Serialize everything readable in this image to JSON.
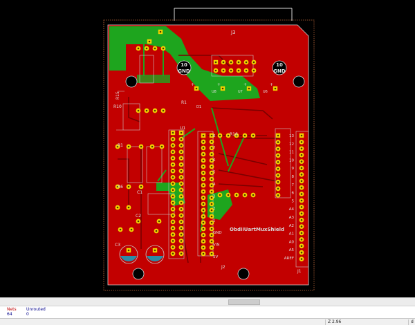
{
  "board": {
    "name": "ObdiiUartMuxShield",
    "colors": {
      "copper": "#c20000",
      "inner": "#7a0000",
      "green": "#1ea51e",
      "pad": "#f2d200",
      "silk": "#c8c8c8",
      "outline": "#d8d8d8"
    },
    "refs": {
      "j3": "J3",
      "j1": "J1",
      "j2": "J2",
      "u1": "U1",
      "r1": "R1",
      "r10": "R10",
      "r15": "R15",
      "r16": "R16",
      "r1b": "R1",
      "r6": "R6",
      "c1": "C1",
      "c2": "C2",
      "c3": "C3",
      "d1": "D1",
      "u6": "U6",
      "u7": "U7",
      "u8": "U8"
    },
    "hole_labels": {
      "left_title": "10",
      "left_sub": "GND",
      "right_title": "10",
      "right_sub": "GND"
    },
    "j1_labels": [
      "13",
      "12",
      "11",
      "10",
      "9",
      "8",
      "7",
      "6",
      "5",
      "A4",
      "A3",
      "A2",
      "A1",
      "A0",
      "A5",
      "AREF"
    ],
    "j2_labels": [
      "8",
      "7",
      "6",
      "5",
      "4",
      "3",
      "2",
      "1",
      "GND",
      "VIN",
      "5V"
    ],
    "plus": "+"
  },
  "messages": {
    "nets_label": "Nets",
    "nets_value": "64",
    "unrouted_label": "Unrouted",
    "unrouted_value": "0"
  },
  "status": {
    "zoom": "Z 2.96",
    "extra": "d"
  }
}
